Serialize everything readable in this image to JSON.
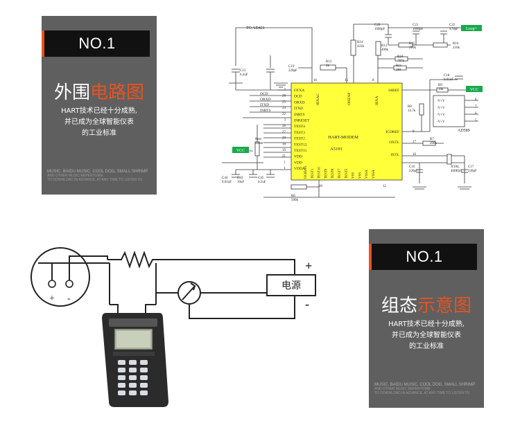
{
  "card_top": {
    "badge": "NO.1",
    "title_plain": "外围",
    "title_highlight": "电路图",
    "desc_lines": [
      "HART技术已经十分成熟,",
      "并已成为全球智能仪表",
      "的工业标准"
    ],
    "fine_line1": "MUSIC, BAIDU MUSIC, COOL DOG, SMALL SHRIMP",
    "fine_line2": "AND OTHER MUSIC REPERTOIRE",
    "fine_line3": "TO DOWNLOAD IN ADVANCE, AT ANY TIME TO LISTEN TO"
  },
  "card_bottom": {
    "badge": "NO.1",
    "title_plain": "组态",
    "title_highlight": "示意图",
    "desc_lines": [
      "HART技术已经十分成熟,",
      "并已成为全球智能仪表",
      "的工业标准"
    ],
    "fine_line1": "MUSIC, BAIDU MUSIC, COOL DOG, SMALL SHRIMP",
    "fine_line2": "AND OTHER MUSIC REPERTOIRE",
    "fine_line3": "TO DOWNLOAD IN ADVANCE, AT ANY TIME TO LISTEN TO"
  },
  "schematic": {
    "chip_name": "HART-MODEM",
    "chip_part": "A5191",
    "net_ad421": "TO AD421",
    "vcc": "VCC",
    "loop": "Loop+",
    "ad589": "AD589",
    "left_pins": [
      {
        "num": "7",
        "name": "OTXA"
      },
      {
        "num": "26",
        "name": "OCD"
      },
      {
        "num": "25",
        "name": "ORXD"
      },
      {
        "num": "24",
        "name": "ITXD"
      },
      {
        "num": "22",
        "name": "INRTS"
      },
      {
        "num": "3",
        "name": "INRESET"
      },
      {
        "num": "28",
        "name": "TEST4"
      },
      {
        "num": "27",
        "name": "TEST3"
      },
      {
        "num": "29",
        "name": "TEST2"
      },
      {
        "num": "18",
        "name": "TEST12"
      },
      {
        "num": "19",
        "name": "TEST11"
      },
      {
        "num": "21",
        "name": "VDD"
      },
      {
        "num": "1",
        "name": "VDD"
      },
      {
        "num": "1",
        "name": "VDDA"
      }
    ],
    "right_pins": [
      {
        "num": "",
        "name": "IAREF"
      },
      {
        "num": "9",
        "name": "ICDREF"
      },
      {
        "num": "17",
        "name": "OXTL"
      },
      {
        "num": "16",
        "name": "IXTL"
      }
    ],
    "top_pins": [
      "IRXAC",
      "OHZAP",
      "IRXA"
    ],
    "top_pin_nums": [
      "16",
      "15",
      "8"
    ],
    "bottom_pins": [
      "OCBIAS",
      "TEST1",
      "TEST10",
      "TEST9",
      "TEST8",
      "TEST7",
      "TEST5",
      "VSS",
      "VSS",
      "VSSA",
      "VSSA"
    ],
    "bottom_pin_nums": [
      "20",
      "12"
    ],
    "net_labels": [
      "OCD",
      "ORXD",
      "ITXD",
      "INRTS"
    ],
    "components": [
      {
        "ref": "C15",
        "val": "6.2nF"
      },
      {
        "ref": "C19",
        "val": "220pF"
      },
      {
        "ref": "R12",
        "val": "2k"
      },
      {
        "ref": "C20",
        "val": "1000pF"
      },
      {
        "ref": "C21",
        "val": "1000pF"
      },
      {
        "ref": "C22",
        "val": "470pF"
      },
      {
        "ref": "R14",
        "val": "422k"
      },
      {
        "ref": "R13",
        "val": "499k"
      },
      {
        "ref": "R15",
        "val": "210k"
      },
      {
        "ref": "R16",
        "val": "210k"
      },
      {
        "ref": "R10",
        "val": "787k"
      },
      {
        "ref": "R11",
        "val": "3M"
      },
      {
        "ref": "C18",
        "val": "0.01uF"
      },
      {
        "ref": "R9",
        "val": "10k"
      },
      {
        "ref": "R8",
        "val": "14.7k"
      },
      {
        "ref": "R7",
        "val": "200k"
      },
      {
        "ref": "Rest",
        "val": "0ohm"
      },
      {
        "ref": "C44",
        "val": "0.01uF"
      },
      {
        "ref": "C43",
        "val": "10uF"
      },
      {
        "ref": "C45",
        "val": "0.1uF"
      },
      {
        "ref": "R6",
        "val": "500k"
      },
      {
        "ref": "C16",
        "val": "220pF"
      },
      {
        "ref": "XTAL",
        "val": "460KHz"
      },
      {
        "ref": "C17",
        "val": "220pF"
      }
    ],
    "ref_pins": [
      "-V+V",
      "-V+V",
      "-V+V",
      "-V+V"
    ],
    "ref_pin_nums": [
      "8",
      "7",
      "6",
      "5"
    ]
  },
  "wiring": {
    "power_label": "电源",
    "plus": "+",
    "minus": "-",
    "dev_plus": "+",
    "dev_minus": "-"
  }
}
